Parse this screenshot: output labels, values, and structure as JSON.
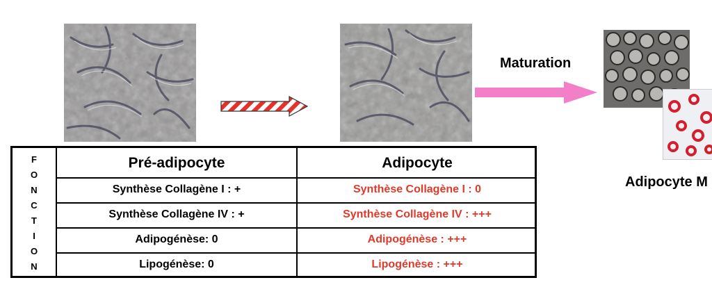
{
  "table": {
    "side_label": "FONCTION",
    "side_letters": [
      "F",
      "O",
      "N",
      "C",
      "T",
      "I",
      "O",
      "N"
    ],
    "headers": [
      "Pré-adipocyte",
      "Adipocyte"
    ],
    "rows": [
      [
        "Synthèse Collagène I :  +",
        "Synthèse Collagène I : 0"
      ],
      [
        "Synthèse Collagène IV : +",
        "Synthèse Collagène IV : +++"
      ],
      [
        "Adipogénèse: 0",
        "Adipogénèse : +++"
      ],
      [
        "Lipogénèse: 0",
        "Lipogénèse : +++"
      ]
    ]
  },
  "labels": {
    "maturation": "Maturation",
    "adipocyte_mature": "Adipocyte M"
  },
  "colors": {
    "highlight_red": "#e03a2b",
    "arrow_pink": "#f37fc8",
    "hatched_arrow_red": "#e8302a",
    "text_black": "#000000"
  }
}
